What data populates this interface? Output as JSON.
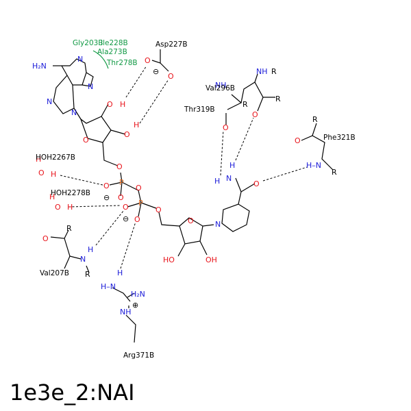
{
  "title": "1e3e_2:NAI",
  "colors": {
    "carbon": "#000000",
    "oxygen": "#e8141b",
    "nitrogen": "#1a1ad8",
    "phosphorus": "#e06a20",
    "hydrophobic": "#119944"
  },
  "residues": {
    "asp227": "Asp227B",
    "val296": "Val296B",
    "thr319": "Thr319B",
    "phe321": "Phe321B",
    "hoh2267": "HOH2267B",
    "hoh2278": "HOH2278B",
    "val207": "Val207B",
    "arg371": "Arg371B",
    "gly203": "Gly203B",
    "ile228": "Ile228B",
    "ala273": "Ala273B",
    "thr278": "Thr278B"
  },
  "atoms": {
    "nh2": "H₂N",
    "n": "N",
    "o": "O",
    "p": "P",
    "h": "H",
    "r": "R",
    "oh": "OH",
    "ho": "HO",
    "nh": "NH",
    "hn": "HN",
    "h2n": "H₂N",
    "h_dash_n": "H–N",
    "charge_minus": "⊖",
    "charge_plus": "⊕"
  }
}
